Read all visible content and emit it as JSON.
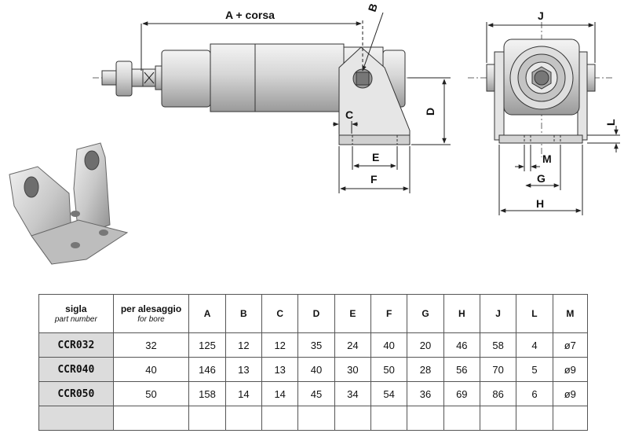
{
  "drawing": {
    "labels": {
      "a_corsa": "A + corsa",
      "b": "B",
      "c": "C",
      "d": "D",
      "e": "E",
      "f": "F",
      "g": "G",
      "h": "H",
      "j": "J",
      "l": "L",
      "m": "M"
    }
  },
  "table": {
    "headers": [
      {
        "main": "sigla",
        "sub": "part number"
      },
      {
        "main": "per alesaggio",
        "sub": "for bore"
      },
      {
        "main": "A"
      },
      {
        "main": "B"
      },
      {
        "main": "C"
      },
      {
        "main": "D"
      },
      {
        "main": "E"
      },
      {
        "main": "F"
      },
      {
        "main": "G"
      },
      {
        "main": "H"
      },
      {
        "main": "J"
      },
      {
        "main": "L"
      },
      {
        "main": "M"
      }
    ],
    "rows": [
      [
        "CCR032",
        "32",
        "125",
        "12",
        "12",
        "35",
        "24",
        "40",
        "20",
        "46",
        "58",
        "4",
        "ø7"
      ],
      [
        "CCR040",
        "40",
        "146",
        "13",
        "13",
        "40",
        "30",
        "50",
        "28",
        "56",
        "70",
        "5",
        "ø9"
      ],
      [
        "CCR050",
        "50",
        "158",
        "14",
        "14",
        "45",
        "34",
        "54",
        "36",
        "69",
        "86",
        "6",
        "ø9"
      ],
      [
        "",
        "",
        "",
        "",
        "",
        "",
        "",
        "",
        "",
        "",
        "",
        "",
        ""
      ]
    ]
  }
}
